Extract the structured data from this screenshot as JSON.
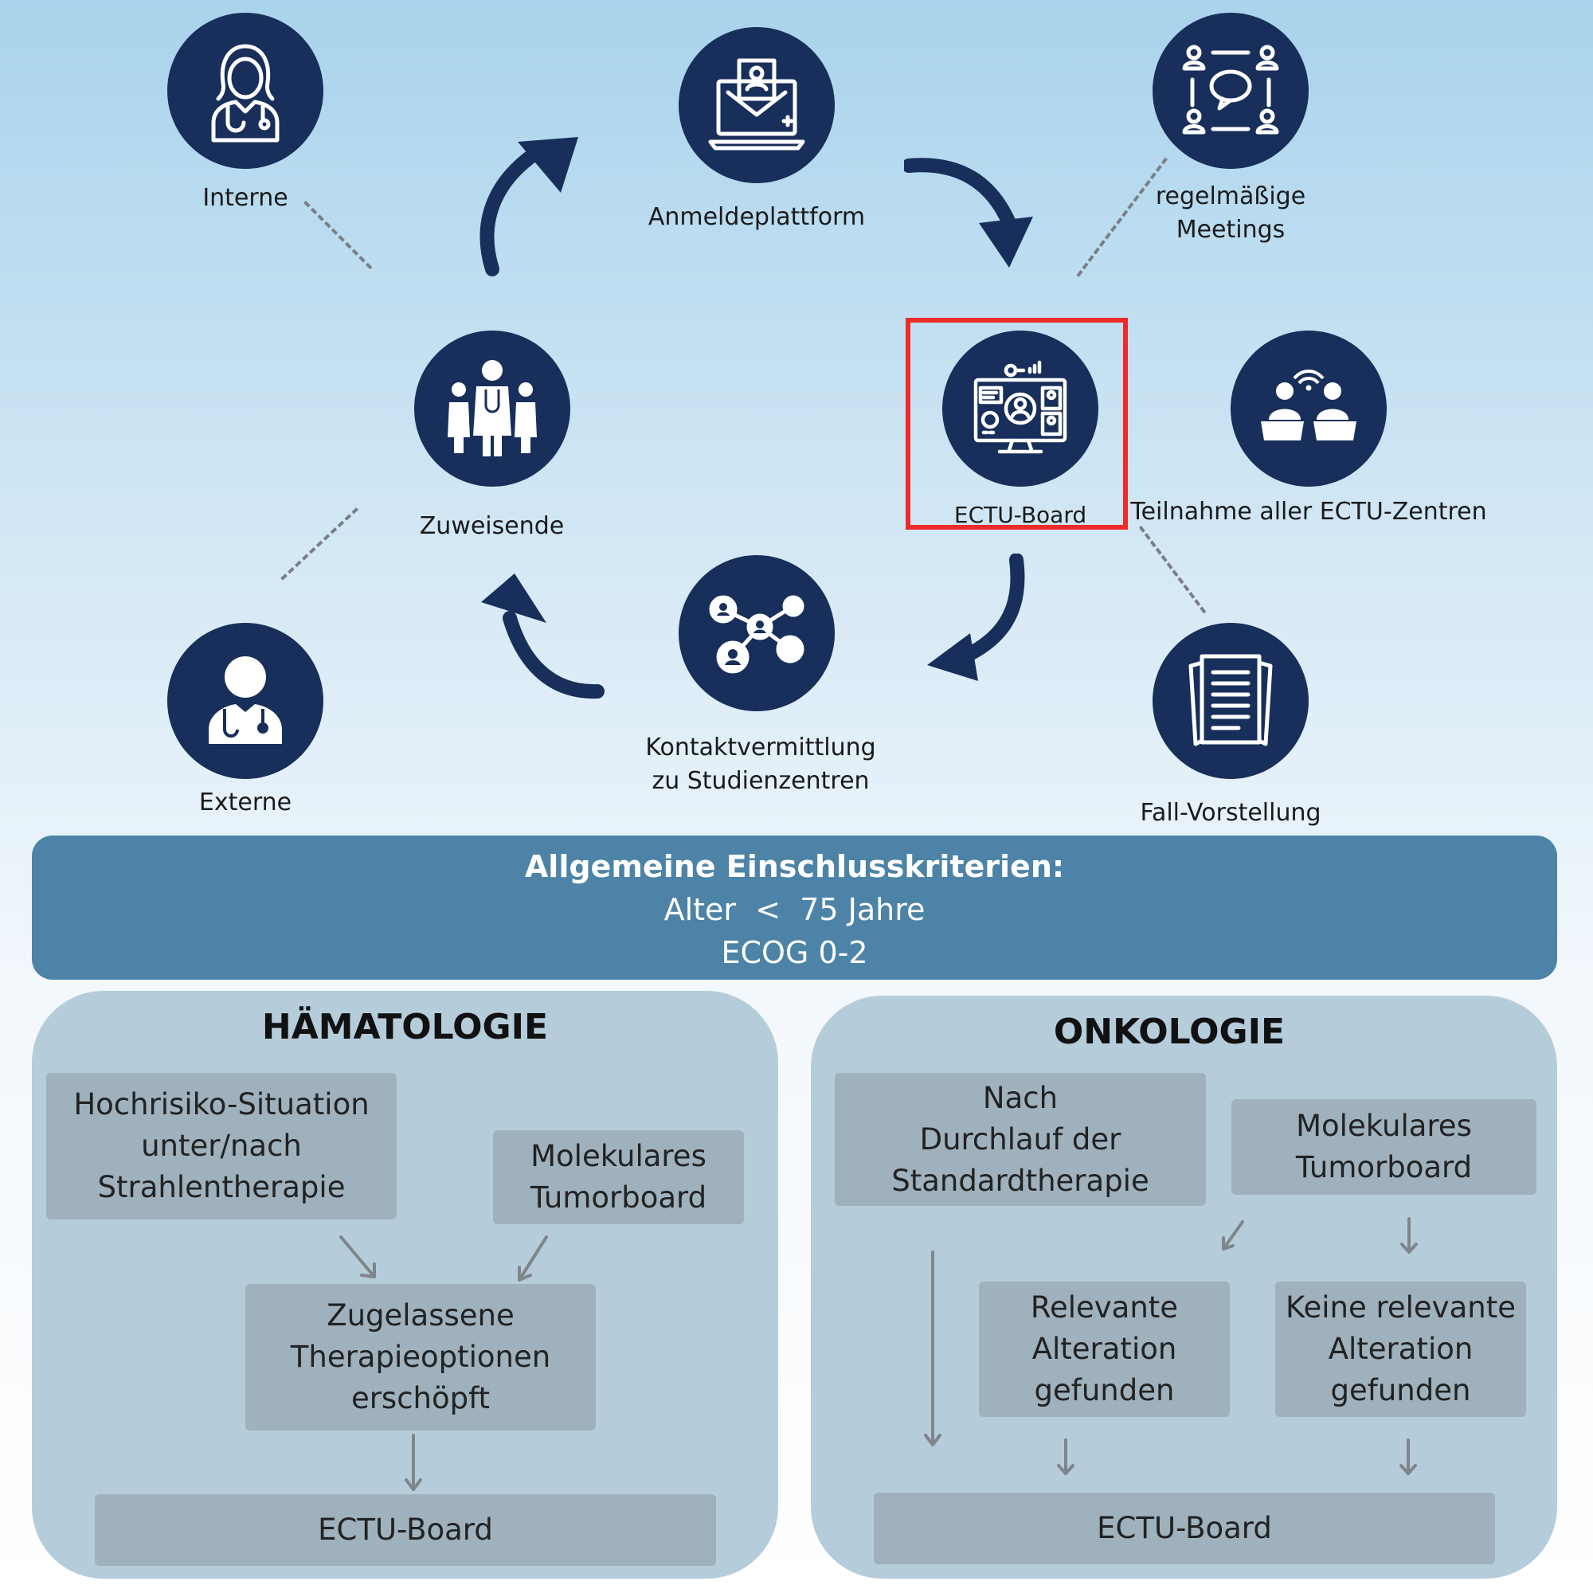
{
  "cycle": {
    "interne": "Interne",
    "externe": "Externe",
    "zuweisende": "Zuweisende",
    "anmeldeplattform": "Anmeldeplattform",
    "meetings_line1": "regelmäßige",
    "meetings_line2": "Meetings",
    "ectu_board": "ECTU-Board",
    "teilnahme": "Teilnahme aller ECTU-Zentren",
    "fall_vorstellung": "Fall-Vorstellung",
    "kontakt_line1": "Kontaktvermittlung",
    "kontakt_line2": "zu Studienzentren"
  },
  "criteria": {
    "title": "Allgemeine Einschlusskriterien:",
    "line1": "Alter  <  75 Jahre",
    "line2": "ECOG 0-2"
  },
  "haematologie": {
    "title": "HÄMATOLOGIE",
    "hochrisiko": "Hochrisiko-Situation\nunter/nach\nStrahlentherapie",
    "molekular": "Molekulares\nTumorboard",
    "zugelassene": "Zugelassene\nTherapieoptionen\nerschöpft",
    "board": "ECTU-Board"
  },
  "onkologie": {
    "title": "ONKOLOGIE",
    "nach": "Nach\nDurchlauf der\nStandardtherapie",
    "molekular": "Molekulares\nTumorboard",
    "relevante": "Relevante\nAlteration\ngefunden",
    "keine": "Keine relevante\nAlteration\ngefunden",
    "board": "ECTU-Board"
  },
  "colors": {
    "circle": "#172f5a",
    "highlight": "#ee2a2a",
    "criteria_bg": "#4c83a6",
    "panel_bg": "#b5ccdb",
    "box_bg": "#9fb1bd"
  },
  "icons": {
    "interne": "female-doctor-icon",
    "anmeldeplattform": "computer-registration-icon",
    "meetings": "group-meeting-icon",
    "zuweisende": "doctors-team-icon",
    "ectu_board": "video-conference-icon",
    "teilnahme": "participants-laptops-icon",
    "kontakt": "network-contacts-icon",
    "externe": "male-doctor-icon",
    "fall": "documents-icon"
  }
}
